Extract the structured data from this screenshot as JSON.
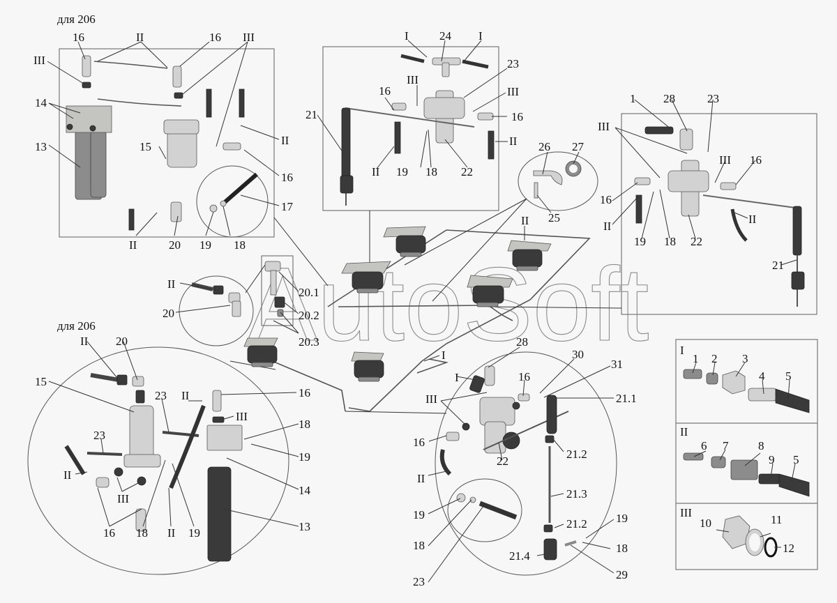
{
  "diagram": {
    "title_watermark": "AutoSoft",
    "colors": {
      "background": "#f7f7f7",
      "line": "#333333",
      "part_dark": "#3a3a3a",
      "part_light": "#d2d2d2"
    },
    "panels": {
      "top_left": {
        "caption": "для 206",
        "labels": [
          "16",
          "II",
          "16",
          "III",
          "III",
          "14",
          "13",
          "15",
          "II",
          "16",
          "17",
          "II",
          "20",
          "19",
          "18"
        ]
      },
      "top_center": {
        "labels": [
          "I",
          "24",
          "I",
          "23",
          "III",
          "16",
          "III",
          "16",
          "21",
          "II",
          "II",
          "19",
          "18",
          "22"
        ]
      },
      "detail_clamp": {
        "labels": [
          "26",
          "27",
          "25"
        ]
      },
      "top_right": {
        "labels": [
          "1",
          "28",
          "23",
          "III",
          "III",
          "16",
          "16",
          "II",
          "II",
          "19",
          "18",
          "22",
          "21"
        ]
      },
      "detail_fitting": {
        "labels": [
          "II",
          "20",
          "20.1",
          "20.2",
          "20.3"
        ]
      },
      "bottom_left": {
        "caption": "для 206",
        "labels": [
          "II",
          "20",
          "15",
          "23",
          "II",
          "16",
          "III",
          "18",
          "19",
          "23",
          "II",
          "III",
          "14",
          "13",
          "16",
          "18",
          "II",
          "19"
        ]
      },
      "bottom_center": {
        "labels": [
          "28",
          "30",
          "31",
          "I",
          "16",
          "21.1",
          "III",
          "16",
          "22",
          "21.2",
          "II",
          "21.3",
          "19",
          "18",
          "21.2",
          "19",
          "18",
          "21.4",
          "29",
          "23"
        ]
      },
      "central_pipe": {
        "labels": [
          "II",
          "I",
          "28"
        ]
      }
    },
    "legend": {
      "sections": [
        {
          "id": "I",
          "labels": [
            "1",
            "2",
            "3",
            "4",
            "5"
          ]
        },
        {
          "id": "II",
          "labels": [
            "6",
            "7",
            "8",
            "9",
            "5"
          ]
        },
        {
          "id": "III",
          "labels": [
            "10",
            "11",
            "12"
          ]
        }
      ]
    }
  }
}
